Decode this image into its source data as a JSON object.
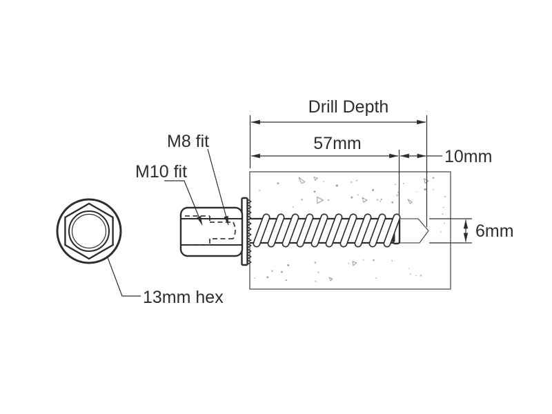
{
  "labels": {
    "drill_depth": "Drill Depth",
    "embedment": "57mm",
    "tip_allowance": "10mm",
    "hole_diameter": "6mm",
    "thread_fit_small": "M8 fit",
    "thread_fit_large": "M10 fit",
    "hex_size": "13mm hex"
  },
  "colors": {
    "line": "#2d2d2d",
    "thin_line": "#4f4f4f",
    "speckle": "#8f8f8f",
    "background": "#ffffff"
  }
}
